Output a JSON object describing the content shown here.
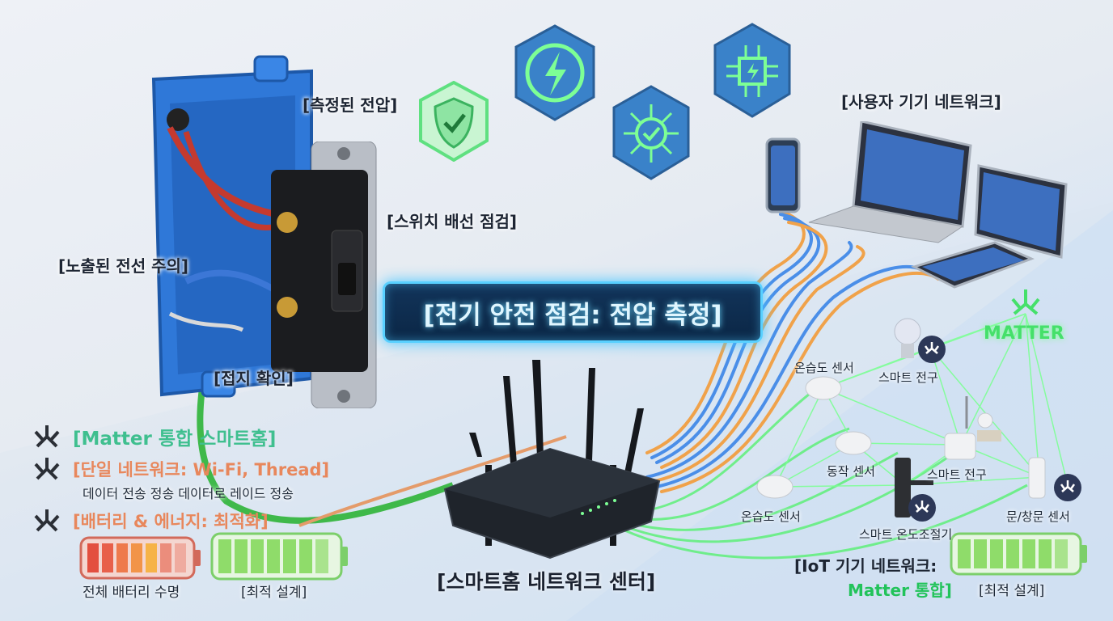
{
  "labels": {
    "measured_voltage": "[측정된 전압]",
    "switch_wiring": "[스위치 배선 점검]",
    "exposed_wire": "[노출된 전선 주의]",
    "ground_check": "[접지 확인]",
    "user_devices": "[사용자 기기 네트워크]",
    "title": "[전기 안전 점검: 전압 측정]",
    "network_center": "[스마트홈 네트워크 센터]",
    "iot_network_line1": "[IoT 기기 네트워크:",
    "iot_network_line2": "Matter 통합]",
    "matter_logo": "MATTER"
  },
  "legend": [
    {
      "text": "[Matter 통합 스마트홈]",
      "color": "#3fbf8f"
    },
    {
      "text": "[단일 네트워크: Wi-Fi, Thread]",
      "color": "#e8875c"
    },
    {
      "text": "데이터 전송 정송 데이터로 레이드 정송",
      "color": "#2a3340"
    },
    {
      "text": "[배터리 & 에너지: 최적화]",
      "color": "#e8875c"
    }
  ],
  "batteries": {
    "left_caption": "전체 배터리 수명",
    "mid_caption": "[최적 설계]",
    "right_caption": "[최적 설계]"
  },
  "iot_devices": [
    {
      "label": "온습도 센서"
    },
    {
      "label": "스마트 전구"
    },
    {
      "label": "동작 센서"
    },
    {
      "label": "스마트 전구"
    },
    {
      "label": "온습도 센서"
    },
    {
      "label": "스마트 온도조절기"
    },
    {
      "label": "문/창문 센서"
    }
  ],
  "colors": {
    "accent_cyan": "#58d0ff",
    "matter_green": "#45e06a",
    "wire_orange": "#f0a24a",
    "wire_blue": "#4a8ee8",
    "box_blue": "#2f78d8"
  },
  "icons": [
    "shield-check-icon",
    "lightning-hex-icon",
    "network-check-hex-icon",
    "chip-hex-icon",
    "matter-icon"
  ]
}
